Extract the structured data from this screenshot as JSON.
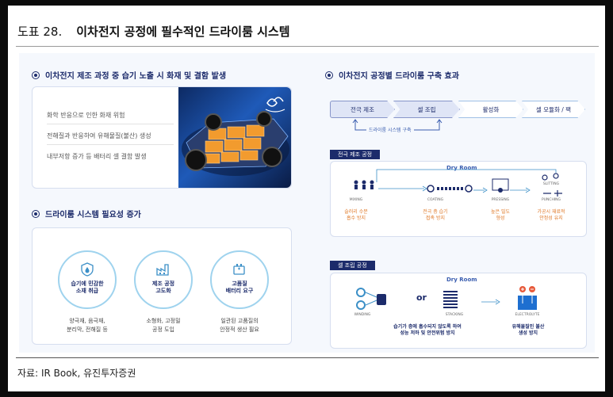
{
  "figure": {
    "number": "도표 28.",
    "title": "이차전지 공정에 필수적인 드라이룸 시스템"
  },
  "source": "자료: IR Book, 유진투자증권",
  "left_top": {
    "heading": "이차전지 제조 과정 중 습기 노출 시 화재 및 결함 발생",
    "risks": [
      "화학 반응으로 인한 화재 위험",
      "전해질과 반응하여 유해물질(불산) 생성",
      "내부저항 증가 등 배터리 셀 결함 발생"
    ]
  },
  "left_bottom": {
    "heading": "드라이룸 시스템 필요성 증가",
    "needs": [
      {
        "icon": "shield-water-icon",
        "label": "습기에 민감한\n소재 취급",
        "desc": "양극재, 음극재,\n분리막, 전해질 등"
      },
      {
        "icon": "factory-icon",
        "label": "제조 공정\n고도화",
        "desc": "소형화, 고정밀\n공정 도입"
      },
      {
        "icon": "battery-icon",
        "label": "고품질\n배터리 요구",
        "desc": "일관된 고품질의\n안정적 생산 필요"
      }
    ]
  },
  "right_top": {
    "heading": "이차전지 공정별 드라이룸 구축 효과",
    "steps": [
      "전극 제조",
      "셀 조립",
      "활성화",
      "셀 모듈화 / 팩"
    ],
    "highlight_note": "드라이룸 시스템 구축"
  },
  "electrode": {
    "tag": "전극 제조 공정",
    "dry_room": "Dry Room",
    "stages": [
      {
        "name": "MIXING",
        "desc": "슬러리 수분\n흡수 방지"
      },
      {
        "name": "COATING",
        "desc": "전극 층 습기\n접촉 방지"
      },
      {
        "name": "PRESSING",
        "desc": "높은 밀도\n형성"
      },
      {
        "name": "SLITTING",
        "desc": ""
      },
      {
        "name": "PUNCHING",
        "desc": "가공시 재료적\n안정성 유지"
      }
    ]
  },
  "cell": {
    "tag": "셀 조립 공정",
    "dry_room": "Dry Room",
    "or_text": "or",
    "stages": [
      "WINDING",
      "STACKING",
      "ELECTROLYTE"
    ],
    "desc_left": "습기가 층에 흡수되지 않도록 하여\n성능 저하 및 안전위험 방지",
    "desc_right": "유해물질인 불산\n생성 방지"
  }
}
